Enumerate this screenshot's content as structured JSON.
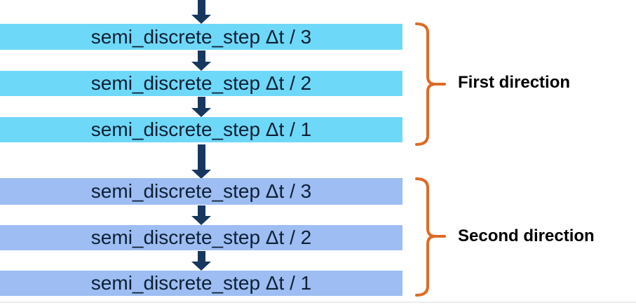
{
  "flow": {
    "steps": [
      {
        "label": "semi_discrete_step Δt / 3"
      },
      {
        "label": "semi_discrete_step Δt / 2"
      },
      {
        "label": "semi_discrete_step Δt / 1"
      },
      {
        "label": "semi_discrete_step Δt / 3"
      },
      {
        "label": "semi_discrete_step Δt / 2"
      },
      {
        "label": "semi_discrete_step Δt / 1"
      }
    ],
    "groups": [
      {
        "label": "First direction",
        "box_color": "#6ED8F8"
      },
      {
        "label": "Second direction",
        "box_color": "#9DBDF3"
      }
    ],
    "colors": {
      "arrow": "#17375E",
      "brace": "#DC6B27",
      "step_text": "#0D1F33",
      "group_label_text": "#000000"
    }
  }
}
